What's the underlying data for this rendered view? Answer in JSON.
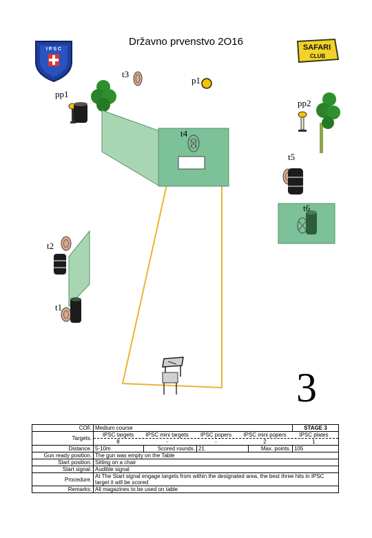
{
  "title": "Državno prvenstvo 2O16",
  "stage_number": "3",
  "logo_left": {
    "icon": "ipsc-serbia-shield-logo",
    "text": "I P S C"
  },
  "logo_right": {
    "icon": "safari-club-logo",
    "line1": "SAFARI",
    "line2": "CLUB"
  },
  "labels": {
    "t3": "t3",
    "p1": "p1",
    "pp1": "pp1",
    "pp2": "pp2",
    "t4": "t4",
    "t5": "t5",
    "t6": "t6",
    "t2": "t2",
    "t1": "t1"
  },
  "colors": {
    "wall": "#9fd0a8",
    "wall_border": "#5a8f66",
    "box_fill": "#7cc198",
    "fault_line": "#f0b033",
    "popper": "#f5c400",
    "target": "#d9a88f"
  },
  "info": {
    "cof_key": "COF.",
    "cof_val": "Medium course",
    "stage_label": "STAGE 3",
    "targets_key": "Targets.",
    "targets": [
      {
        "head": "IPSC targets",
        "value": "8"
      },
      {
        "head": "IPSC mini targets",
        "value": "-"
      },
      {
        "head": "IPSC popers",
        "value": "-"
      },
      {
        "head": "IPSC mini popers",
        "value": "2"
      },
      {
        "head": "IPSC plates",
        "value": "1"
      }
    ],
    "distance_key": "Distance.",
    "distance_val": "5-10m",
    "scored_key": "Scored rounds.",
    "scored_val": "21",
    "max_key": "Max. points.",
    "max_val": "105",
    "gunready_key": "Gun ready position.",
    "gunready_val": "The gun was empty on the Table",
    "startpos_key": "Start position.",
    "startpos_val": "Sitting on a chair",
    "startsig_key": "Start signal.",
    "startsig_val": "Audible signal",
    "procedure_key": "Procedure.",
    "procedure_val": "At The Start signal engage targets from within the designated area, the best three hits in IPSC target it will be scored",
    "remarks_key": "Remarks:",
    "remarks_val": "All magazines to be used on table"
  }
}
